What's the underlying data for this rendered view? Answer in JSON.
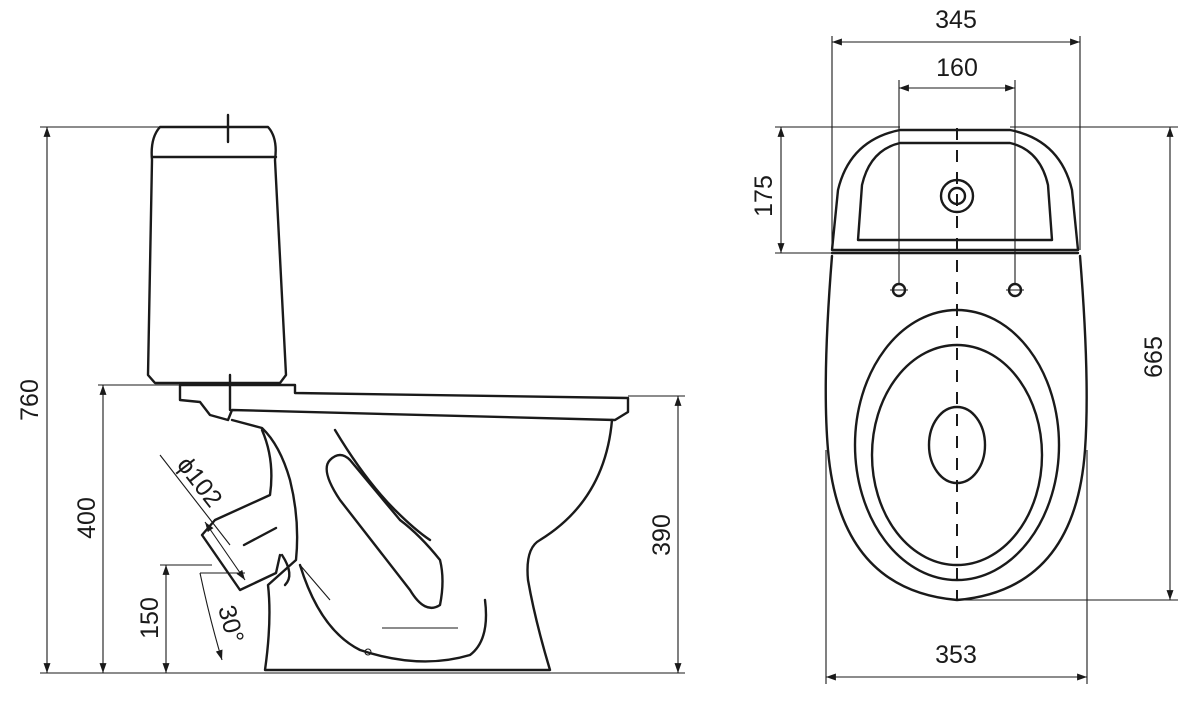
{
  "dimensions": {
    "total_height": "760",
    "seat_height": "400",
    "bowl_height": "390",
    "outlet_height": "150",
    "outlet_diameter": "ϕ102",
    "outlet_angle": "30°",
    "tank_width": "345",
    "bolt_spacing": "160",
    "tank_depth": "175",
    "total_depth": "665",
    "bowl_width": "353"
  },
  "colors": {
    "line": "#1a1a1a",
    "background": "#ffffff"
  }
}
